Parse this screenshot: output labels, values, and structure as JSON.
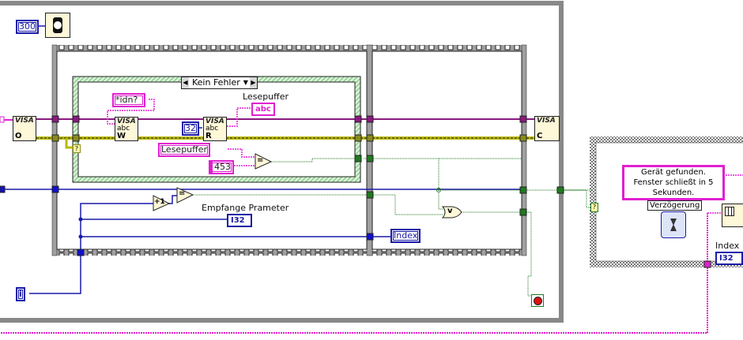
{
  "diagram": {
    "timeout_constant": "300",
    "wait_icon": "stopwatch-icon",
    "case_structure": {
      "selector": "Kein Fehler",
      "prev_arrow": "◀",
      "next_arrow": "▶",
      "dropdown": "▼"
    },
    "visa_open": {
      "head": "VISA",
      "mode": "O"
    },
    "visa_write": {
      "head": "VISA",
      "sub": "abc",
      "mode": "W"
    },
    "visa_read": {
      "head": "VISA",
      "sub": "abc",
      "mode": "R"
    },
    "visa_close": {
      "head": "VISA",
      "mode": "C"
    },
    "write_string": "*idn?_",
    "read_count": "32",
    "read_buffer_label": "Lesepuffer",
    "read_buffer_indicator": "abc",
    "local_var": "Lesepuffer",
    "compare_constant": "453",
    "equal_op": "=",
    "increment_op": "+1",
    "or_op": "v",
    "received_param_label": "Empfange Prameter",
    "received_param_indicator": "I32",
    "index_local": "Index",
    "iteration_terminal": "i",
    "case_tunnel_bool": "?",
    "found_message": "Gerät gefunden. Fenster schließt in 5 Sekunden.",
    "delay_label": "Verzögerung",
    "delay_icon": "hourglass-icon",
    "index_label": "Index",
    "index_indicator": "I32",
    "stop_icon": "stop-button-icon"
  },
  "colors": {
    "string_wire": "#e020d0",
    "error_wire": "#b8b800",
    "visa_wire": "#8a1a80",
    "int_wire": "#1a1aa8",
    "bool_wire": "#1e7a1e",
    "structure_gray": "#888888",
    "case_green": "#a8e0a8"
  }
}
